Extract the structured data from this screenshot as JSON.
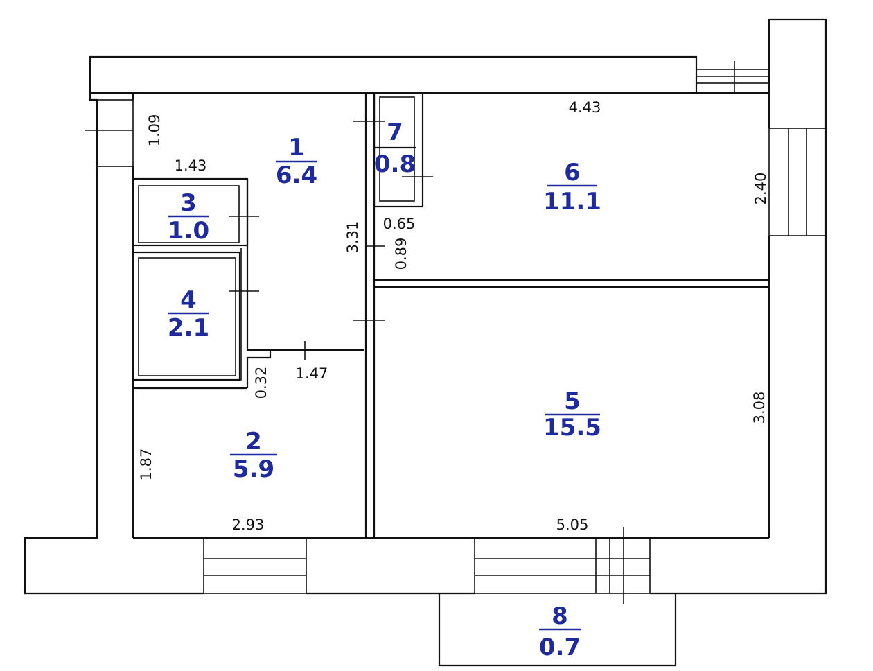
{
  "rooms": [
    {
      "id": "1",
      "area": "6.4"
    },
    {
      "id": "2",
      "area": "5.9"
    },
    {
      "id": "3",
      "area": "1.0"
    },
    {
      "id": "4",
      "area": "2.1"
    },
    {
      "id": "5",
      "area": "15.5"
    },
    {
      "id": "6",
      "area": "11.1"
    },
    {
      "id": "7",
      "area": "0.8"
    },
    {
      "id": "8",
      "area": "0.7"
    }
  ],
  "dimensions": {
    "d_1_09": "1.09",
    "d_1_43": "1.43",
    "d_4_43": "4.43",
    "d_2_40": "2.40",
    "d_3_31": "3.31",
    "d_0_65": "0.65",
    "d_0_89": "0.89",
    "d_0_32": "0.32",
    "d_1_47": "1.47",
    "d_1_87": "1.87",
    "d_2_93": "2.93",
    "d_5_05": "5.05",
    "d_3_08": "3.08"
  }
}
